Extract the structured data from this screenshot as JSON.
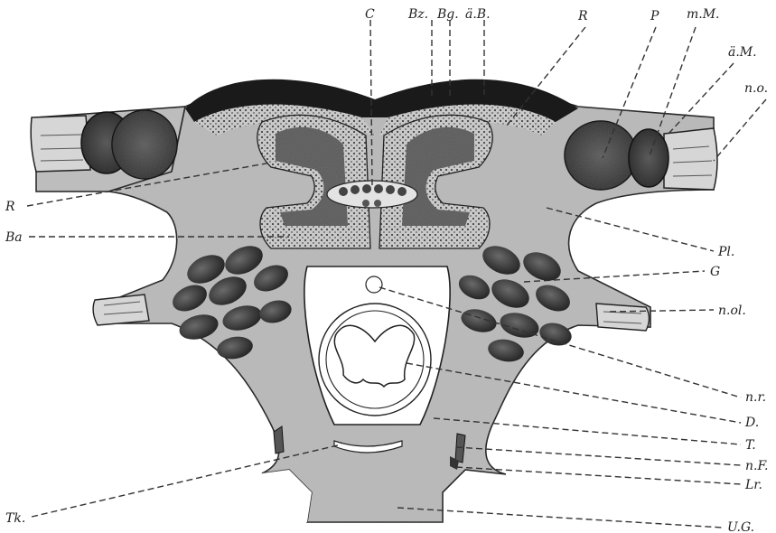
{
  "labels": {
    "C": "C",
    "Bz": "Bz.",
    "Bg": "Bg.",
    "aB": "ä.B.",
    "R_top": "R",
    "P": "P",
    "mM": "m.M.",
    "aM": "ä.M.",
    "no": "n.o.",
    "R_left": "R",
    "Ba": "Ba",
    "Pl": "Pl.",
    "G": "G",
    "nol": "n.ol.",
    "nr": "n.r.",
    "D": "D.",
    "T": "T.",
    "nF": "n.F.",
    "Lr": "Lr.",
    "Tk": "Tk.",
    "UG": "U.G."
  }
}
